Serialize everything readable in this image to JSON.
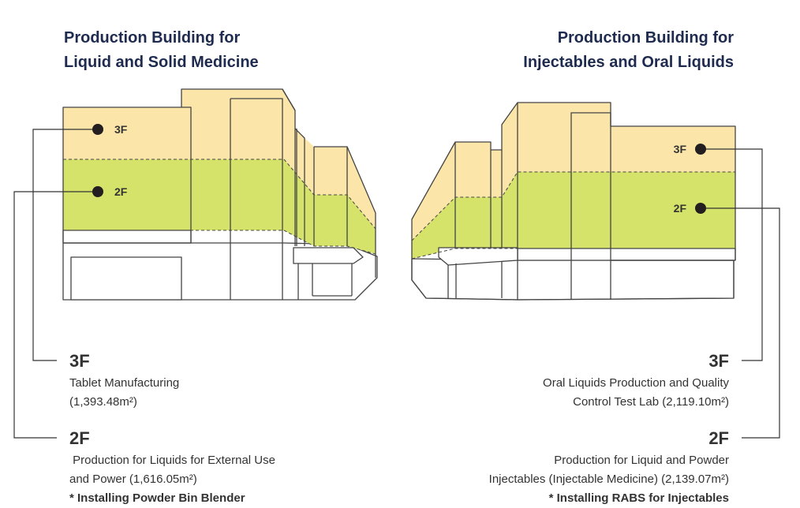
{
  "left_building": {
    "title_lines": [
      "Production Building for",
      "Liquid and Solid Medicine"
    ],
    "markers": {
      "floor3": "3F",
      "floor2": "2F"
    },
    "floors": [
      {
        "name": "3F",
        "lines": [
          "Tablet Manufacturing",
          "(1,393.48m²)"
        ]
      },
      {
        "name": "2F",
        "lines": [
          " Production for Liquids for External Use",
          "and Power (1,616.05m²)",
          "* Installing Powder Bin Blender"
        ]
      }
    ]
  },
  "right_building": {
    "title_lines": [
      "Production Building for",
      "Injectables and Oral Liquids"
    ],
    "markers": {
      "floor3": "3F",
      "floor2": "2F"
    },
    "floors": [
      {
        "name": "3F",
        "lines": [
          "Oral Liquids Production and Quality",
          "Control Test Lab (2,119.10m²)"
        ]
      },
      {
        "name": "2F",
        "lines": [
          "Production for Liquid and Powder",
          "Injectables (Injectable Medicine) (2,139.07m²)",
          "* Installing RABS for Injectables"
        ]
      }
    ]
  },
  "colors": {
    "floor3_fill": "#fbe5a8",
    "floor2_fill": "#d5e36a",
    "outline": "#444444",
    "title": "#1e2b4f"
  }
}
